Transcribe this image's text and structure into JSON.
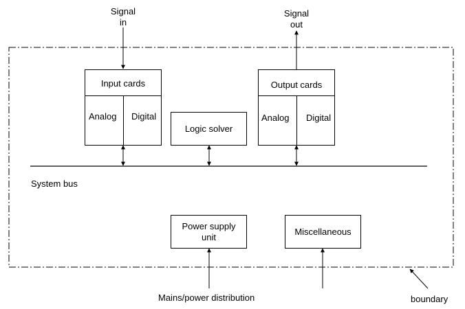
{
  "signal_in": {
    "line1": "Signal",
    "line2": "in"
  },
  "signal_out": {
    "line1": "Signal",
    "line2": "out"
  },
  "input_cards": {
    "title": "Input cards",
    "left": "Analog",
    "right": "Digital"
  },
  "output_cards": {
    "title": "Output cards",
    "left": "Analog",
    "right": "Digital"
  },
  "logic_solver": "Logic solver",
  "system_bus": "System bus",
  "power_supply": {
    "line1": "Power supply",
    "line2": "unit"
  },
  "miscellaneous": "Miscellaneous",
  "mains": "Mains/power distribution",
  "boundary": "boundary"
}
